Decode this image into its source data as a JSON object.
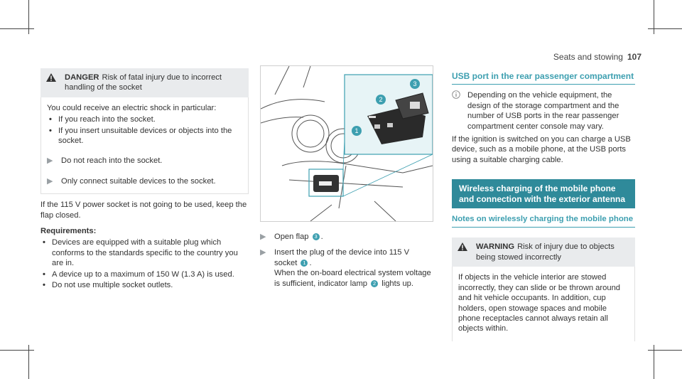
{
  "header": {
    "section": "Seats and stowing",
    "page_number": "107"
  },
  "col1": {
    "danger_label": "DANGER",
    "danger_title": "Risk of fatal injury due to incorrect handling of the socket",
    "danger_intro": "You could receive an electric shock in particular:",
    "danger_bullets": [
      "If you reach into the socket.",
      "If you insert unsuitable devices or objects into the socket."
    ],
    "step1": "Do not reach into the socket.",
    "step2": "Only connect suitable devices to the socket.",
    "para": "If the 115 V power socket is not going to be used, keep the flap closed.",
    "requirements_label": "Requirements:",
    "requirements": [
      "Devices are equipped with a suitable plug which conforms to the standards specific to the country you are in.",
      "A device up to a maximum of 150 W (1.3 A) is used.",
      "Do not use multiple socket outlets."
    ]
  },
  "figure": {
    "callout1": "1",
    "callout2": "2",
    "callout3": "3"
  },
  "col2": {
    "step1_text": "Open flap",
    "step1_num": "3",
    "step2_text": "Insert the plug of the device into 115 V socket",
    "step2_num": "1",
    "step2_cont_a": "When the on-board electrical system voltage is sufficient, indicator lamp",
    "step2_num2": "2",
    "step2_cont_b": "lights up."
  },
  "col3": {
    "usb_heading": "USB port in the rear passenger compartment",
    "usb_note": "Depending on the vehicle equipment, the design of the storage compartment and the number of USB ports in the rear passenger compartment center console may vary.",
    "usb_para": "If the ignition is switched on you can charge a USB device, such as a mobile phone, at the USB ports using a suitable charging cable.",
    "wireless_heading": "Wireless charging of the mobile phone and connection with the exterior antenna",
    "notes_heading": "Notes on wirelessly charging the mobile phone",
    "warning_label": "WARNING",
    "warning_title": "Risk of injury due to objects being stowed incorrectly",
    "warning_body": "If objects in the vehicle interior are stowed incorrectly, they can slide or be thrown around and hit vehicle occupants. In addition, cup holders, open stowage spaces and mobile phone receptacles cannot always retain all objects within."
  }
}
